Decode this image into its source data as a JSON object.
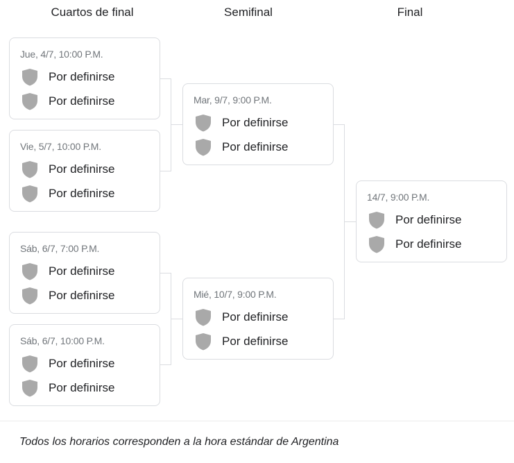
{
  "rounds": {
    "quarterfinals": "Cuartos de final",
    "semifinal": "Semifinal",
    "final": "Final"
  },
  "matches": {
    "qf1": {
      "date": "Jue, 4/7, 10:00 P.M.",
      "team1": "Por definirse",
      "team2": "Por definirse"
    },
    "qf2": {
      "date": "Vie, 5/7, 10:00 P.M.",
      "team1": "Por definirse",
      "team2": "Por definirse"
    },
    "qf3": {
      "date": "Sáb, 6/7, 7:00 P.M.",
      "team1": "Por definirse",
      "team2": "Por definirse"
    },
    "qf4": {
      "date": "Sáb, 6/7, 10:00 P.M.",
      "team1": "Por definirse",
      "team2": "Por definirse"
    },
    "sf1": {
      "date": "Mar, 9/7, 9:00 P.M.",
      "team1": "Por definirse",
      "team2": "Por definirse"
    },
    "sf2": {
      "date": "Mié, 10/7, 9:00 P.M.",
      "team1": "Por definirse",
      "team2": "Por definirse"
    },
    "final": {
      "date": "14/7, 9:00 P.M.",
      "team1": "Por definirse",
      "team2": "Por definirse"
    }
  },
  "footer": {
    "note": "Todos los horarios corresponden a la hora estándar de Argentina"
  },
  "colors": {
    "shield": "#a9a9a9",
    "border": "#dadce0",
    "date_text": "#70757a"
  }
}
